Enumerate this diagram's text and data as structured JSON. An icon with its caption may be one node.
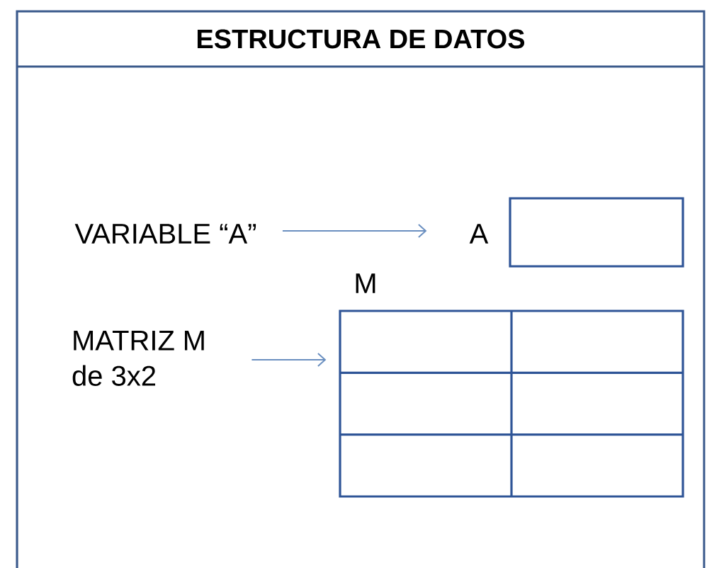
{
  "diagram": {
    "nodes": [
      {
        "text": [
          "ESTRUCTURA DE DATOS"
        ]
      },
      {
        "text": [
          "VARIABLE “A”"
        ],
        "in": 0
      },
      {
        "text": [],
        "shape": "box",
        "beside": [
          "A"
        ],
        "in": 0
      },
      {
        "text": [
          "MATRIZ M de 3x2"
        ],
        "in": 0
      },
      {
        "text": [],
        "shape": "box",
        "beside": [
          "M"
        ],
        "in": 0
      }
    ],
    "edges": [
      {
        "from": 1,
        "to": 2,
        "arrow": "to"
      },
      {
        "from": 3,
        "to": 4,
        "arrow": "to"
      }
    ]
  }
}
